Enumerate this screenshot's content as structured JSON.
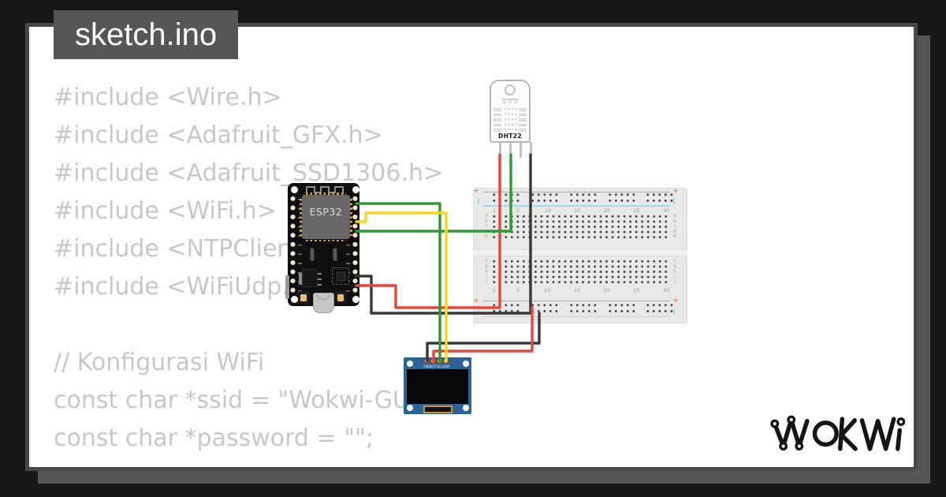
{
  "title": "sketch.ino",
  "code": {
    "lines": [
      "#include <Wire.h>",
      "#include <Adafruit_GFX.h>",
      "#include <Adafruit_SSD1306.h>",
      "#include <WiFi.h>",
      "#include <NTPClient.h>",
      "#include <WiFiUdp.h>",
      "",
      "// Konfigurasi WiFi",
      "const char *ssid = \"Wokwi-GUEST\";",
      "const char *password = \"\";"
    ]
  },
  "logo": {
    "text": "WOKWI"
  },
  "components": {
    "esp32": {
      "label": "ESP32"
    },
    "dht22": {
      "label": "DHT22"
    },
    "oled": {
      "pin_labels": [
        "GND",
        "VCC",
        "SCL",
        "SDA"
      ]
    },
    "breadboard": {
      "plus": "+",
      "column_numbers": [
        "1",
        "5",
        "10",
        "15",
        "20",
        "25",
        "30"
      ],
      "row_letters_top": [
        "a",
        "b",
        "c",
        "d",
        "e"
      ],
      "row_letters_bottom": [
        "f",
        "g",
        "h",
        "i",
        "j"
      ]
    }
  },
  "colors": {
    "background": "#161616",
    "card": "#ffffff",
    "frame_gray": "#565656",
    "code_text": "#c8c8c8",
    "wire_red": "#e8453c",
    "wire_green": "#2e9b37",
    "wire_yellow": "#f6d91c",
    "wire_black": "#383838",
    "esp32_pcb": "#0f0f0f",
    "oled_pcb": "#2b6496",
    "breadboard": "#e9e9e7",
    "logo_ink": "#141414",
    "antenna_gray": "#8c8c8c"
  }
}
